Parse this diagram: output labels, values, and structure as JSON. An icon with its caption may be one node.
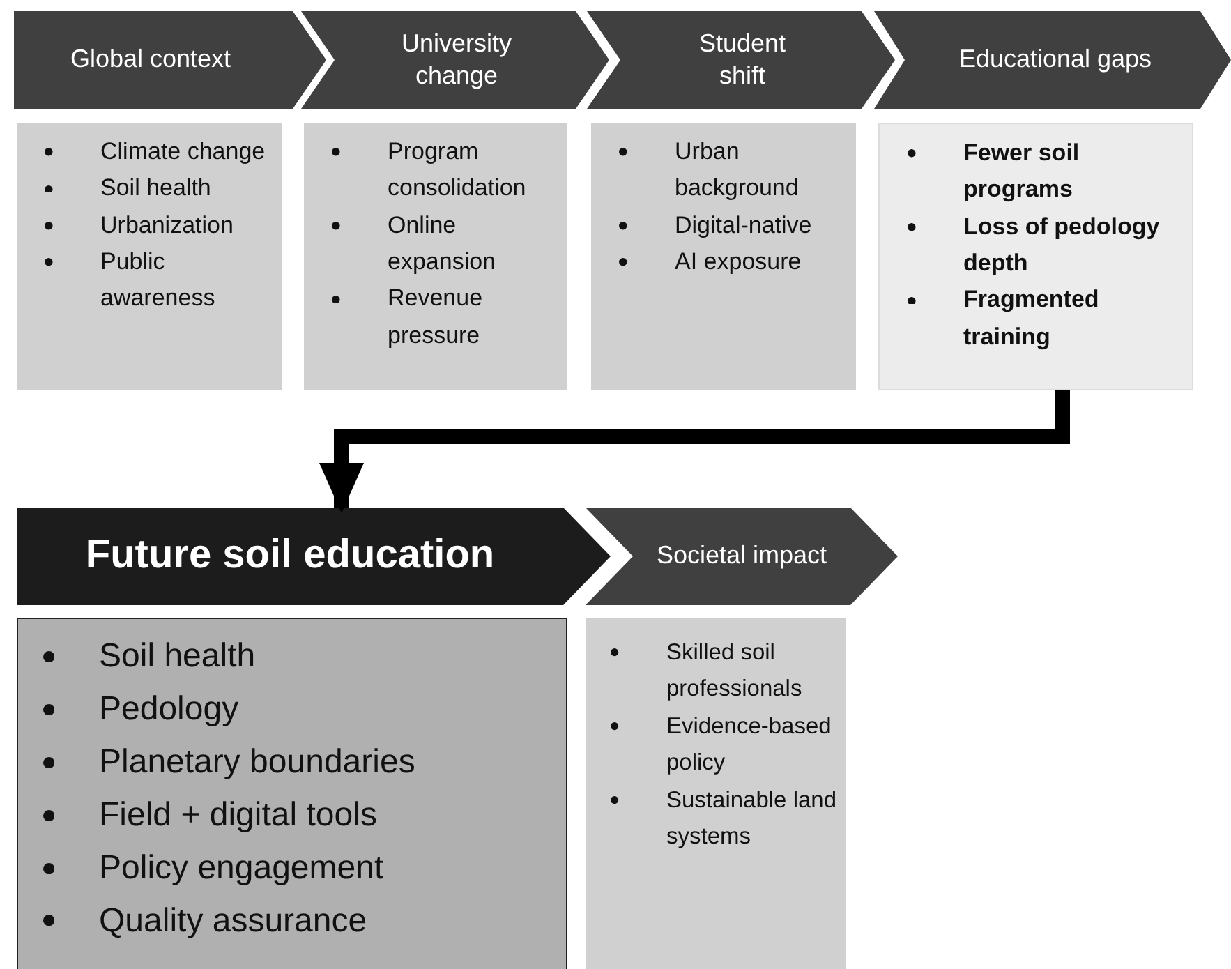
{
  "diagram": {
    "nodes": [
      {
        "text": [
          "Global context"
        ]
      },
      {
        "text": [
          "University change"
        ]
      },
      {
        "text": [
          "Student shift"
        ]
      },
      {
        "text": [
          "Educational gaps"
        ]
      },
      {
        "text": [
          "Climate change",
          "Soil health",
          "Urbanization",
          "Public awareness"
        ]
      },
      {
        "text": [
          "Program consolidation",
          "Online expansion",
          "Revenue pressure"
        ]
      },
      {
        "text": [
          "Urban background",
          "Digital-native",
          "AI exposure"
        ]
      },
      {
        "text": [
          "Fewer soil programs",
          "Loss of pedology depth",
          "Fragmented training"
        ]
      },
      {
        "text": [
          "Future soil education"
        ]
      },
      {
        "text": [
          "Societal impact"
        ]
      },
      {
        "text": [
          "Soil health",
          "Pedology",
          "Planetary boundaries",
          "Field + digital tools",
          "Policy engagement",
          "Quality assurance"
        ]
      },
      {
        "text": [
          "Skilled soil professionals",
          "Evidence-based policy",
          "Sustainable land systems"
        ]
      }
    ],
    "edges": [
      {
        "from": 7,
        "to": 8,
        "arrow": "to"
      }
    ]
  }
}
